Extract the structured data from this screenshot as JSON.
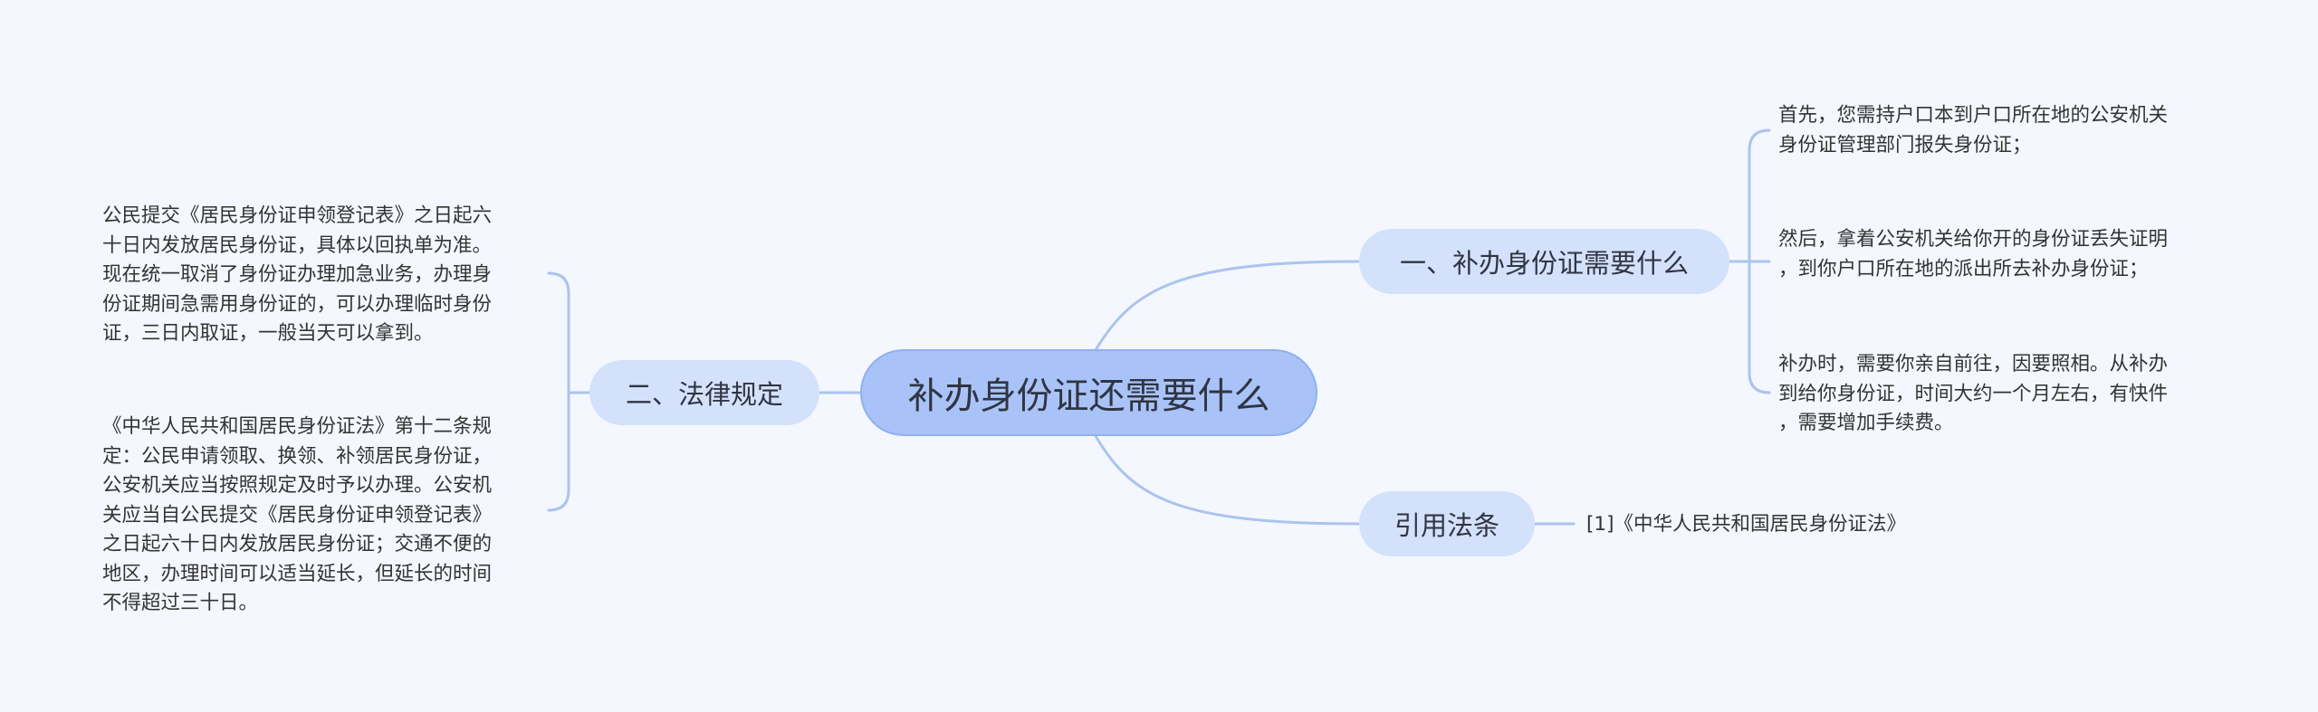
{
  "root": {
    "label": "补办身份证还需要什么"
  },
  "branches": {
    "requirements": {
      "label": "一、补办身份证需要什么",
      "leaves": [
        {
          "lines": [
            "首先，您需持户口本到户口所在地的公安机关",
            "身份证管理部门报失身份证；"
          ]
        },
        {
          "lines": [
            "然后，拿着公安机关给你开的身份证丢失证明",
            "，到你户口所在地的派出所去补办身份证；"
          ]
        },
        {
          "lines": [
            "补办时，需要你亲自前往，因要照相。从补办",
            "到给你身份证，时间大约一个月左右，有快件",
            "，需要增加手续费。"
          ]
        }
      ]
    },
    "law": {
      "label": "二、法律规定",
      "leaves": [
        {
          "lines": [
            "公民提交《居民身份证申领登记表》之日起六",
            "十日内发放居民身份证，具体以回执单为准。",
            "现在统一取消了身份证办理加急业务，办理身",
            "份证期间急需用身份证的，可以办理临时身份",
            "证，三日内取证，一般当天可以拿到。"
          ]
        },
        {
          "lines": [
            "《中华人民共和国居民身份证法》第十二条规",
            "定：公民申请领取、换领、补领居民身份证，",
            "公安机关应当按照规定及时予以办理。公安机",
            "关应当自公民提交《居民身份证申领登记表》",
            "之日起六十日内发放居民身份证；交通不便的",
            "地区，办理时间可以适当延长，但延长的时间",
            "不得超过三十日。"
          ]
        }
      ]
    },
    "citation": {
      "label": "引用法条",
      "leaves": [
        {
          "lines": [
            "[1]《中华人民共和国居民身份证法》"
          ]
        }
      ]
    }
  },
  "colors": {
    "background": "#f4f7fd",
    "root_fill": "#a9c3f8",
    "branch_fill": "#d4e1fb",
    "connector": "#aac4ee",
    "text": "#333333"
  }
}
